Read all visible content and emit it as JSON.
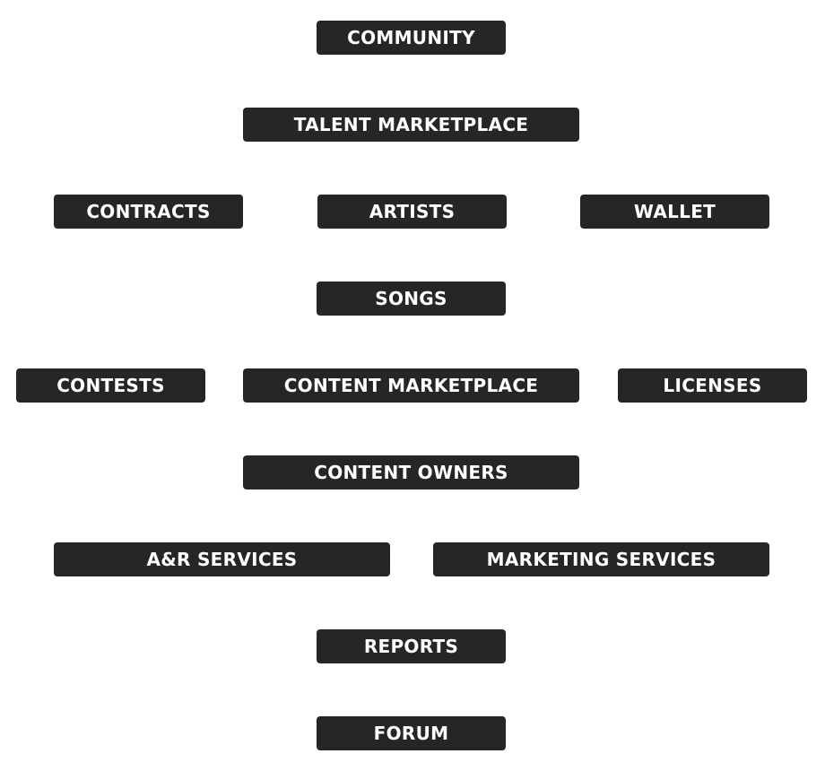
{
  "nodes": {
    "community": "COMMUNITY",
    "talent_marketplace": "TALENT MARKETPLACE",
    "contracts": "CONTRACTS",
    "artists": "ARTISTS",
    "wallet": "WALLET",
    "songs": "SONGS",
    "contests": "CONTESTS",
    "content_marketplace": "CONTENT MARKETPLACE",
    "licenses": "LICENSES",
    "content_owners": "CONTENT OWNERS",
    "ar_services": "A&R SERVICES",
    "marketing_services": "MARKETING SERVICES",
    "reports": "REPORTS",
    "forum": "FORUM"
  },
  "colors": {
    "node_background": "#262626",
    "node_text": "#ffffff",
    "page_background": "#ffffff"
  }
}
